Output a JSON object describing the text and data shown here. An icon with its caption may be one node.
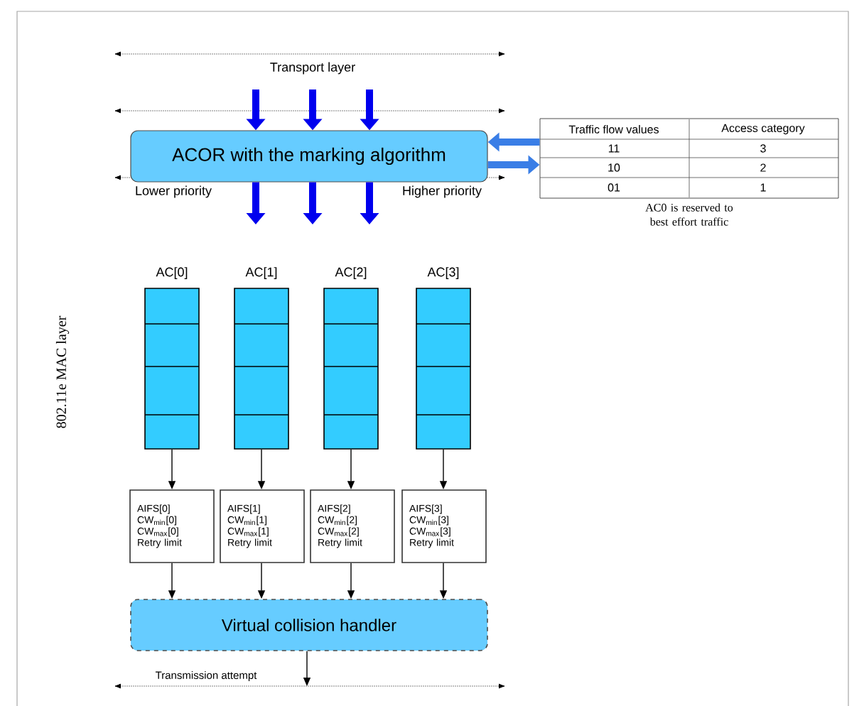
{
  "diagram": {
    "nodes": [
      {
        "text": [
          "ACOR with the marking algorithm"
        ]
      },
      {
        "text": [
          "Traffic flow values",
          "Access category",
          "11",
          "3",
          "10",
          "2",
          "01",
          "1"
        ],
        "beside": [
          "AC0 is reserved to best effort traffic"
        ]
      },
      {
        "text": [
          "AC[0]"
        ]
      },
      {
        "text": [
          "AC[1]"
        ]
      },
      {
        "text": [
          "AC[2]"
        ]
      },
      {
        "text": [
          "AC[3]"
        ]
      },
      {
        "text": [
          "AIFS[0]",
          "CW$_{min}$[0]",
          "CW$_{max}$[0]",
          "Retry limit"
        ]
      },
      {
        "text": [
          "AIFS[1]",
          "CW$_{min}$[1]",
          "CW$_{max}$[1]",
          "Retry limit"
        ]
      },
      {
        "text": [
          "AIFS[2]",
          "CW$_{min}$[2]",
          "CW$_{max}$[2]",
          "Retry limit"
        ]
      },
      {
        "text": [
          "AIFS[3]",
          "CW$_{min}$[3]",
          "CW$_{max}$[3]",
          "Retry limit"
        ]
      },
      {
        "text": [
          "Virtual collision handler"
        ]
      }
    ],
    "edges": [
      {
        "from": null,
        "to": 0,
        "arrow": "to",
        "style": "thick",
        "color": "#0000ee"
      },
      {
        "from": null,
        "to": 0,
        "arrow": "to",
        "style": "thick",
        "color": "#0000ee"
      },
      {
        "from": null,
        "to": 0,
        "arrow": "to",
        "style": "thick",
        "color": "#0000ee"
      },
      {
        "from": 0,
        "to": null,
        "arrow": "to",
        "style": "thick",
        "color": "#0000ee"
      },
      {
        "from": 0,
        "to": null,
        "arrow": "to",
        "style": "thick",
        "color": "#0000ee"
      },
      {
        "from": 0,
        "to": null,
        "arrow": "to",
        "style": "thick",
        "color": "#0000ee"
      },
      {
        "from": 1,
        "to": 0,
        "arrow": "to",
        "style": "thick",
        "color": "#3a7ee6"
      },
      {
        "from": 0,
        "to": 1,
        "arrow": "to",
        "style": "thick",
        "color": "#3a7ee6"
      },
      {
        "from": 2,
        "to": 6,
        "arrow": "to"
      },
      {
        "from": 3,
        "to": 7,
        "arrow": "to"
      },
      {
        "from": 4,
        "to": 8,
        "arrow": "to"
      },
      {
        "from": 5,
        "to": 9,
        "arrow": "to"
      },
      {
        "from": 6,
        "to": 10,
        "arrow": "to"
      },
      {
        "from": 7,
        "to": 10,
        "arrow": "to"
      },
      {
        "from": 8,
        "to": 10,
        "arrow": "to"
      },
      {
        "from": 9,
        "to": 10,
        "arrow": "to"
      },
      {
        "from": 10,
        "to": null,
        "arrow": "to"
      }
    ],
    "labels": [
      "Transport layer",
      "Lower priority",
      "Higher priority",
      "802.11e MAC layer",
      "Transmission attempt"
    ]
  }
}
